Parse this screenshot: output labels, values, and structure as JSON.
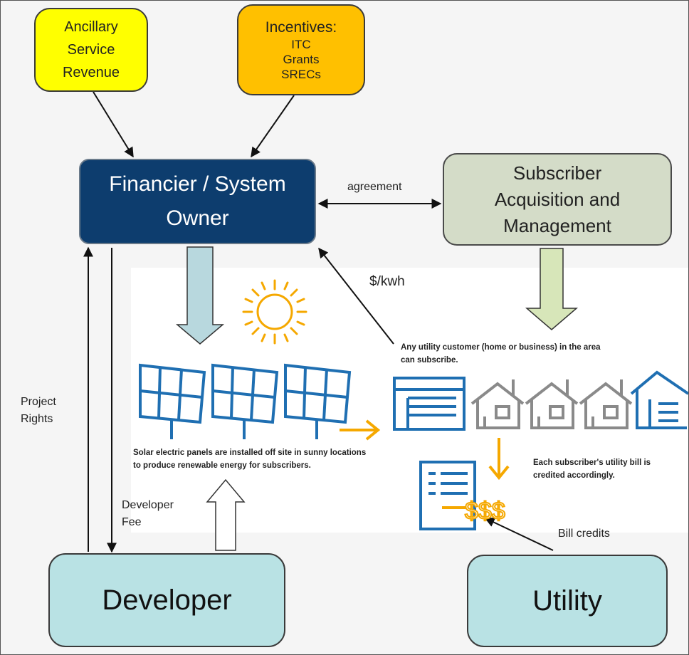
{
  "nodes": {
    "ancillary": "Ancillary Service Revenue",
    "incentives": {
      "title": "Incentives:",
      "items": [
        "ITC",
        "Grants",
        "SRECs"
      ]
    },
    "financier": "Financier / System Owner",
    "subscriber": "Subscriber Acquisition and Management",
    "developer": "Developer",
    "utility": "Utility"
  },
  "edge_labels": {
    "agreement": "agreement",
    "kwh": "$/kwh",
    "project_rights": "Project Rights",
    "developer_fee": "Developer Fee",
    "bill_credits": "Bill credits"
  },
  "infographic": {
    "panels_caption": "Solar electric panels are installed off site in sunny locations to produce renewable energy for subscribers.",
    "customer_caption": "Any utility customer (home or business) in the area can subscribe.",
    "bill_caption": "Each subscriber's utility bill is credited accordingly.",
    "money": "$$$"
  },
  "colors": {
    "ancillary": "#ffff00",
    "incentives": "#ffc000",
    "financier": "#0d3d6e",
    "subscriber": "#d4dcc8",
    "developer_utility": "#b9e2e4",
    "infographic_blue": "#1f6fb2",
    "infographic_gray": "#8a8a8a",
    "infographic_orange": "#f5a800"
  },
  "icons": [
    "sun-icon",
    "solar-panel-icon",
    "building-icon",
    "house-icon",
    "bill-icon"
  ]
}
